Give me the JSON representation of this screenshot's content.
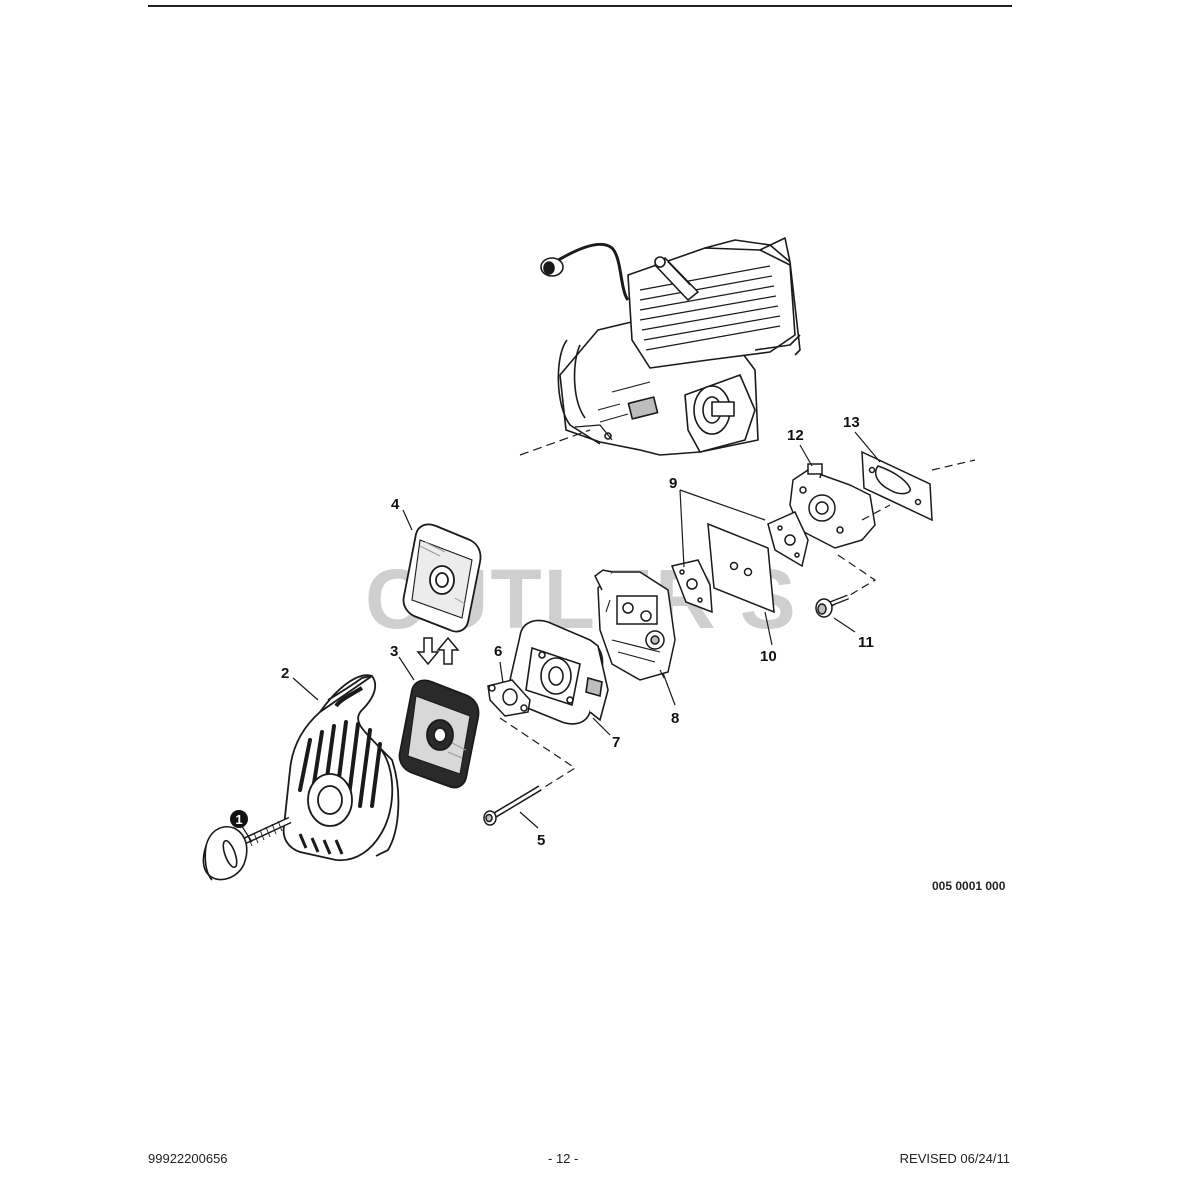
{
  "watermark": "CUTLER'S",
  "drawing_number": "005 0001 000",
  "callouts": {
    "c1": "1",
    "c2": "2",
    "c3": "3",
    "c4": "4",
    "c5": "5",
    "c6": "6",
    "c7": "7",
    "c8": "8",
    "c9": "9",
    "c10": "10",
    "c11": "11",
    "c12": "12",
    "c13": "13"
  },
  "footer": {
    "part_number": "99922200656",
    "page": "- 12 -",
    "revised": "REVISED 06/24/11"
  },
  "colors": {
    "line": "#1a1a1a",
    "watermark": "#cfcfcf",
    "shade": "#9a9a9a"
  }
}
